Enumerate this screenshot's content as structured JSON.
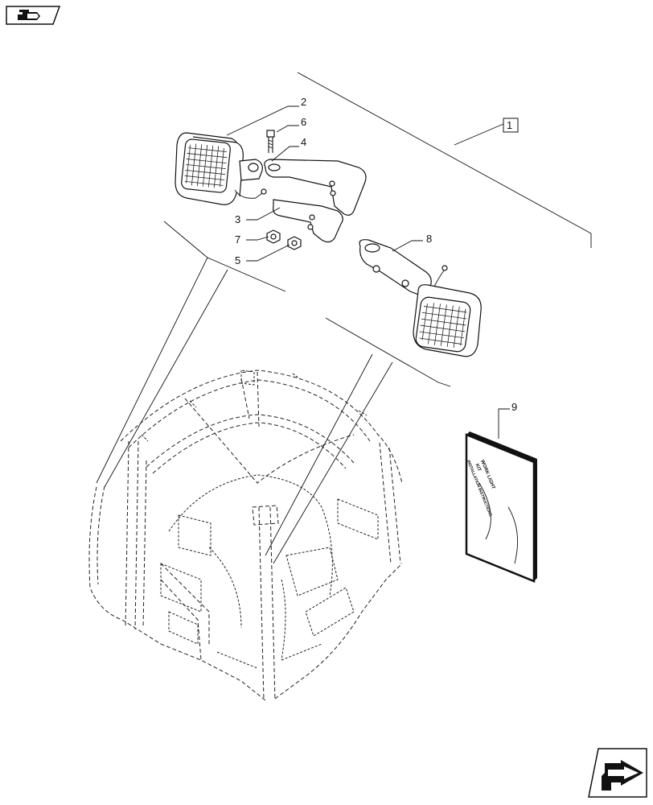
{
  "callouts": {
    "c1": "1",
    "c2": "2",
    "c3": "3",
    "c4": "4",
    "c5": "5",
    "c6": "6",
    "c7": "7",
    "c8": "8",
    "c9": "9"
  },
  "manual": {
    "line1": "WORK LIGHT",
    "line2": "KIT",
    "line3": "INSTALLATION INSTRUCTIONS"
  },
  "icons": {
    "top_left": "previous-page-arrow-icon",
    "bottom_right": "next-page-arrow-icon"
  }
}
